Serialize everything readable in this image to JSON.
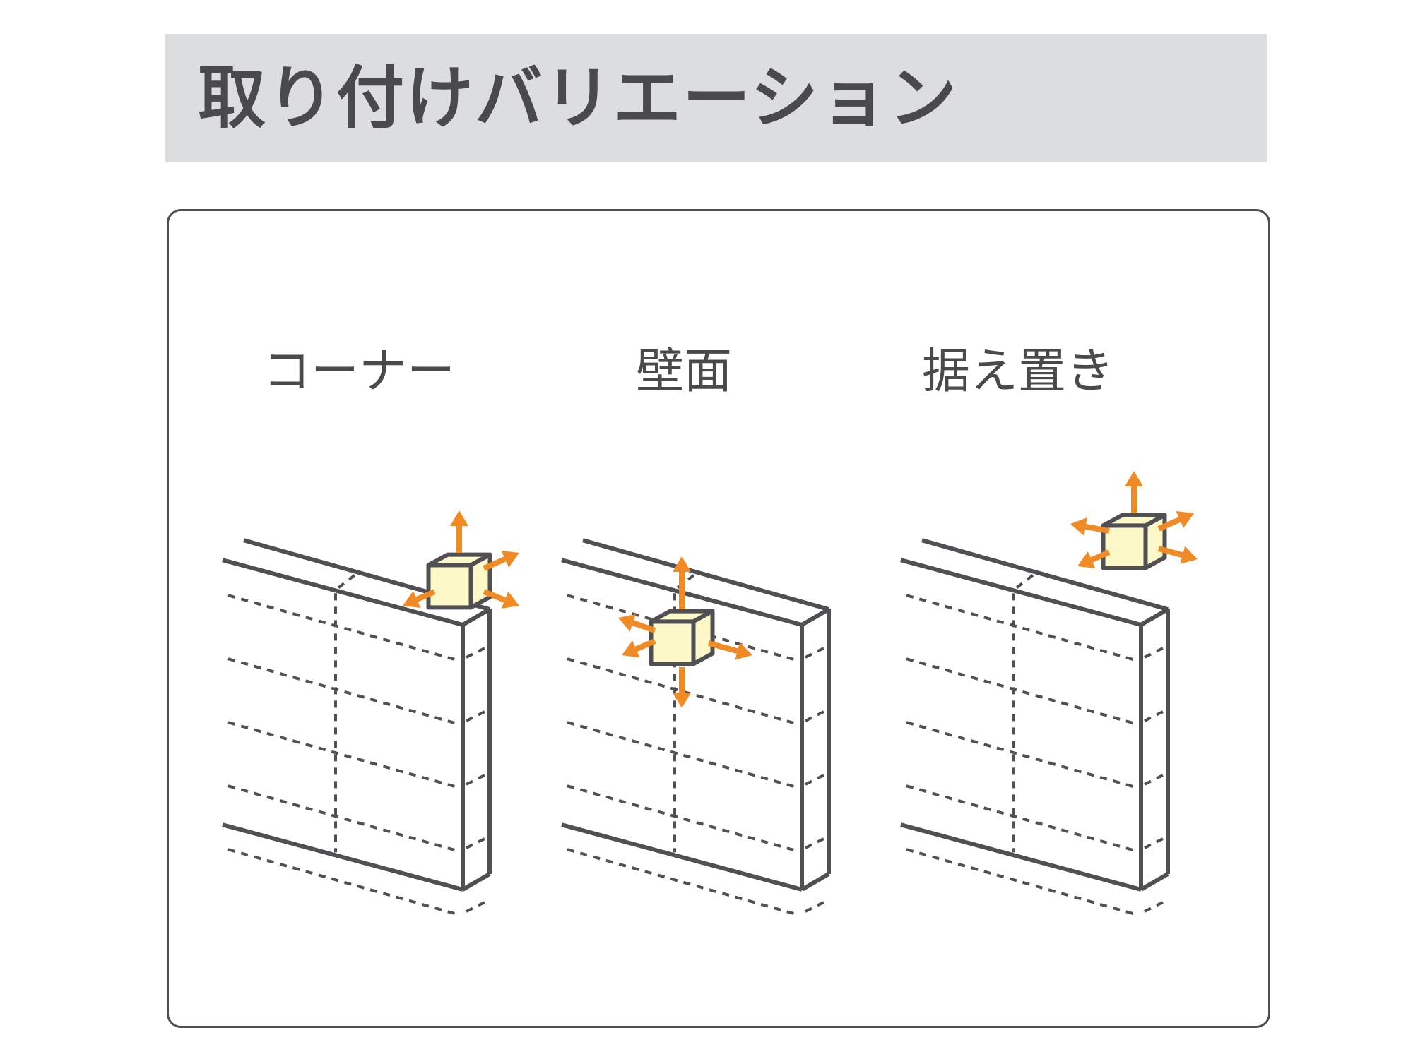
{
  "title": "取り付けバリエーション",
  "variants": [
    {
      "label": "コーナー",
      "icon": "corner-mount-diagram-icon"
    },
    {
      "label": "壁面",
      "icon": "wall-mount-diagram-icon"
    },
    {
      "label": "据え置き",
      "icon": "top-mount-diagram-icon"
    }
  ],
  "colors": {
    "header_bg": "#dcdddf",
    "line": "#505054",
    "cube_face": "#fdf8c8",
    "arrow": "#f08a24",
    "text": "#4a4a4d"
  }
}
